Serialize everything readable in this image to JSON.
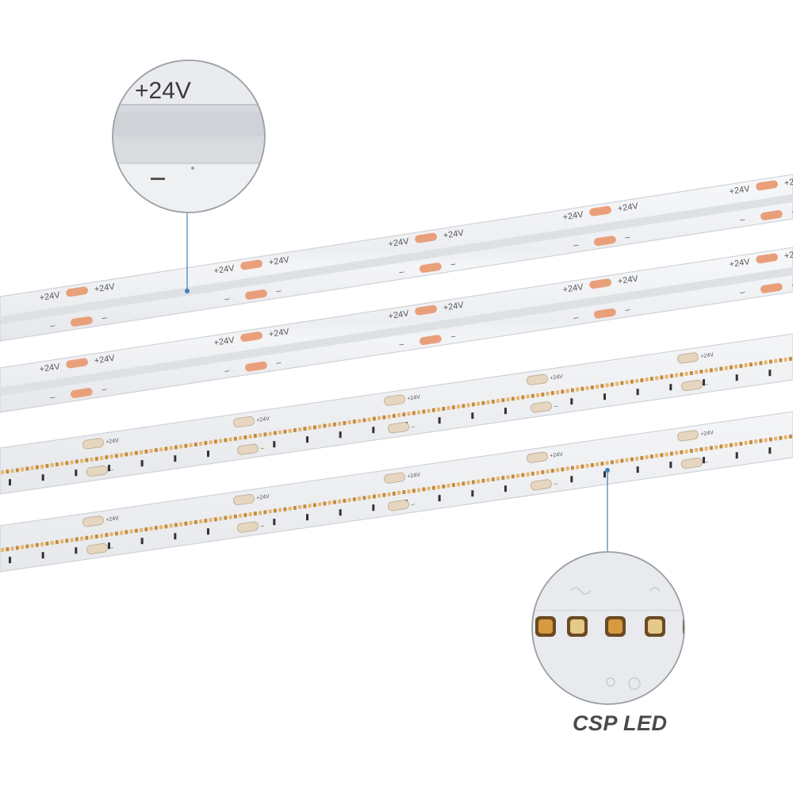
{
  "strip_marking_positive": "+24V",
  "strip_marking_negative": "–",
  "zoom_cob_label": "+24V",
  "caption": "CSP LED",
  "colors": {
    "background": "#ffffff",
    "strip_body": "#f3f4f6",
    "strip_edge": "#c8ccd2",
    "solder_pad_copper": "#e9a07a",
    "solder_pad_tin": "#e6d6bf",
    "led_chip": "#d99a45",
    "callout_line": "#3f7fb8",
    "caption_text": "#4a4a4a"
  },
  "icons": [
    "callout-line",
    "zoom-lens"
  ]
}
